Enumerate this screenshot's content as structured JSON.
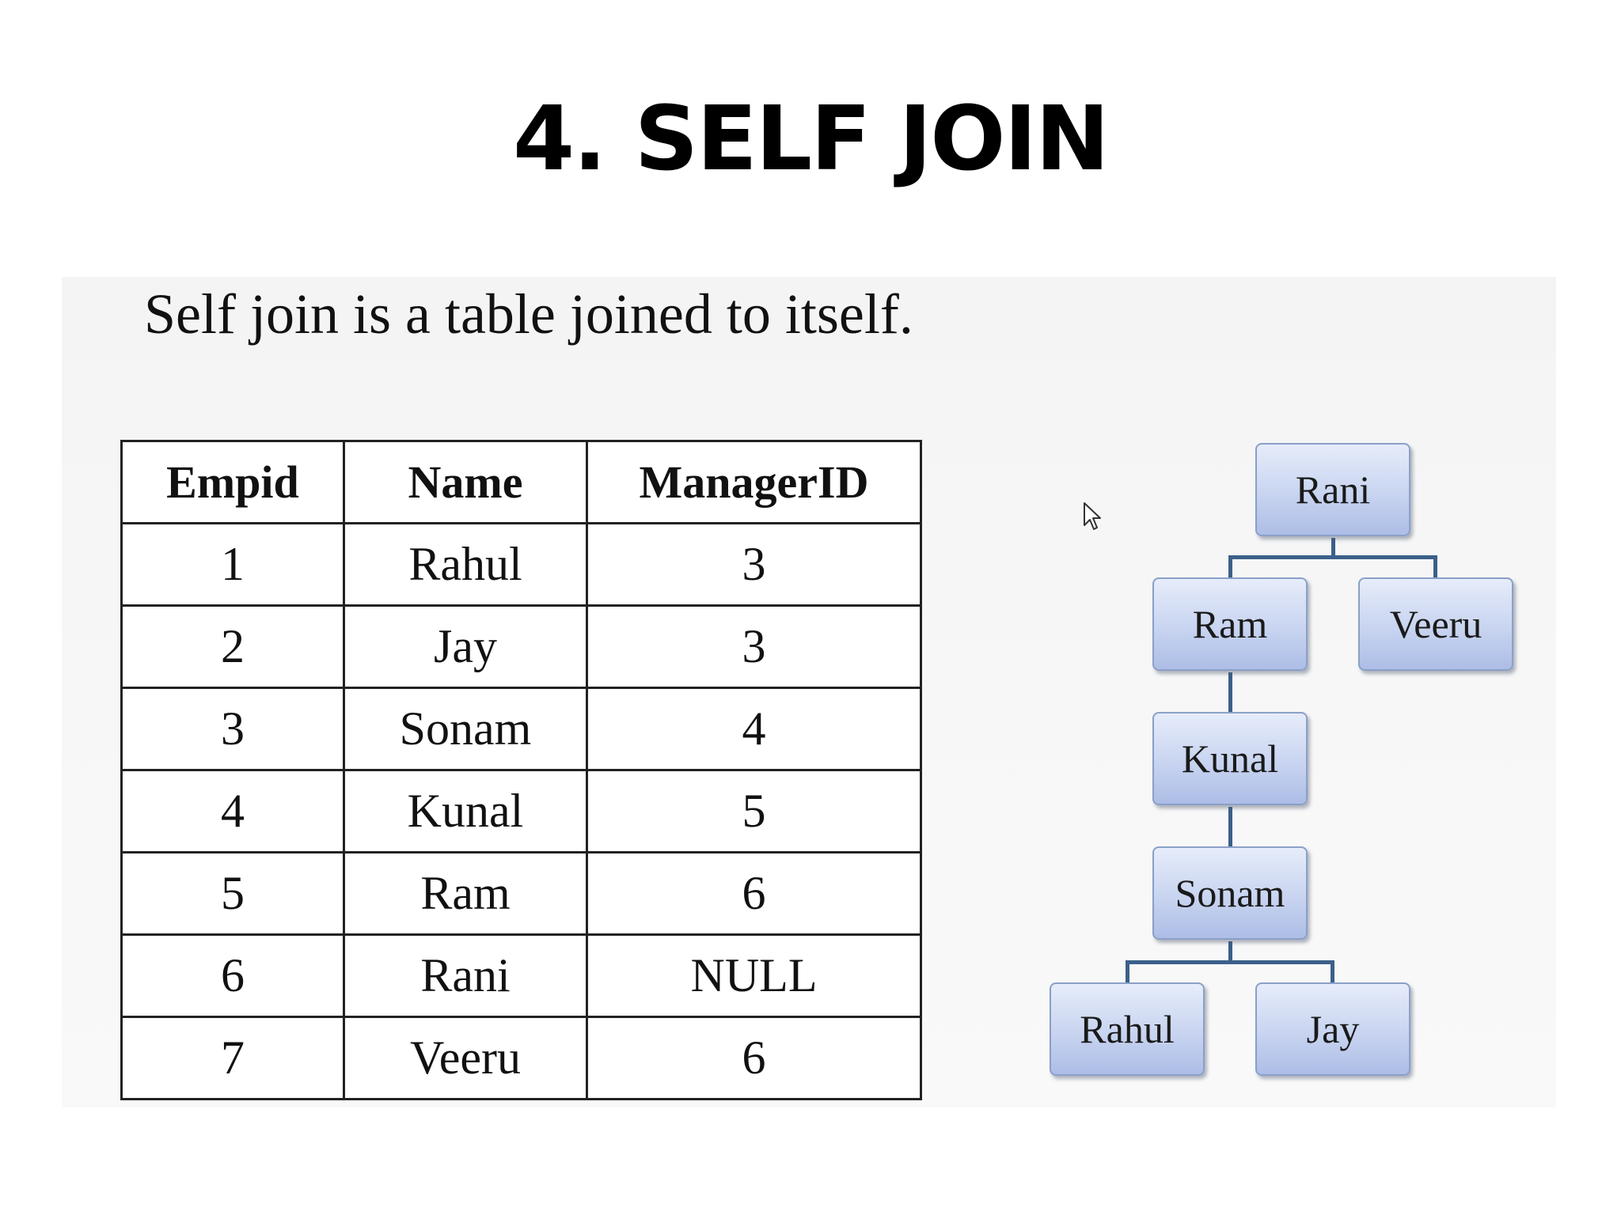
{
  "slide": {
    "title": "4. SELF JOIN",
    "intro": "Self join is a table joined to itself."
  },
  "table": {
    "headers": [
      "Empid",
      "Name",
      "ManagerID"
    ],
    "rows": [
      [
        "1",
        "Rahul",
        "3"
      ],
      [
        "2",
        "Jay",
        "3"
      ],
      [
        "3",
        "Sonam",
        "4"
      ],
      [
        "4",
        "Kunal",
        "5"
      ],
      [
        "5",
        "Ram",
        "6"
      ],
      [
        "6",
        "Rani",
        "NULL"
      ],
      [
        "7",
        "Veeru",
        "6"
      ]
    ]
  },
  "tree": {
    "nodes": {
      "rani": "Rani",
      "ram": "Ram",
      "veeru": "Veeru",
      "kunal": "Kunal",
      "sonam": "Sonam",
      "rahul": "Rahul",
      "jay": "Jay"
    }
  },
  "colors": {
    "node_fill": "#c8d4f0",
    "connector": "#3b5f8a"
  },
  "icons": {
    "cursor": "mouse-pointer-icon"
  }
}
